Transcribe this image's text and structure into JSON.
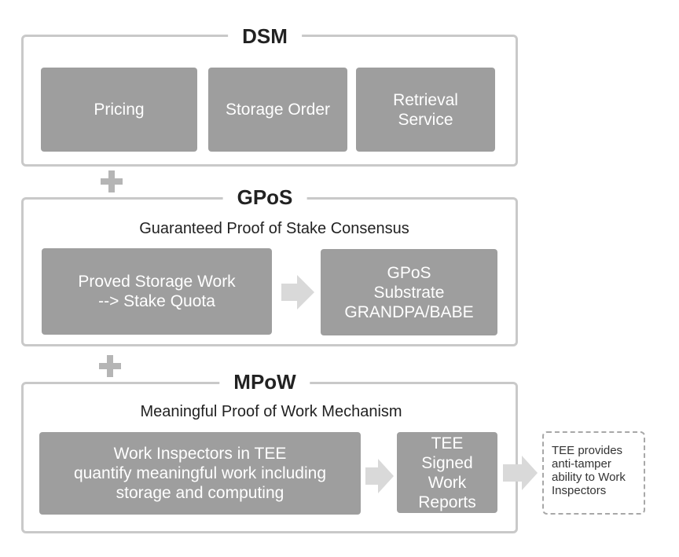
{
  "dsm": {
    "title": "DSM",
    "items": [
      "Pricing",
      "Storage Order",
      "Retrieval\nService"
    ]
  },
  "gpos": {
    "title": "GPoS",
    "subtitle": "Guaranteed Proof of Stake Consensus",
    "left": "Proved Storage Work\n--> Stake Quota",
    "right": "GPoS\nSubstrate\nGRANDPA/BABE"
  },
  "mpow": {
    "title": "MPoW",
    "subtitle": "Meaningful Proof of Work Mechanism",
    "left": "Work Inspectors in TEE\nquantify meaningful work including\nstorage and computing",
    "right": "TEE Signed\nWork\nReports"
  },
  "note": "TEE provides\nanti-tamper\nability  to Work\nInspectors",
  "colors": {
    "box": "#9e9e9e",
    "frame": "#c9c9c9",
    "connector": "#b5b5b5",
    "arrow": "#d9d9d9"
  }
}
